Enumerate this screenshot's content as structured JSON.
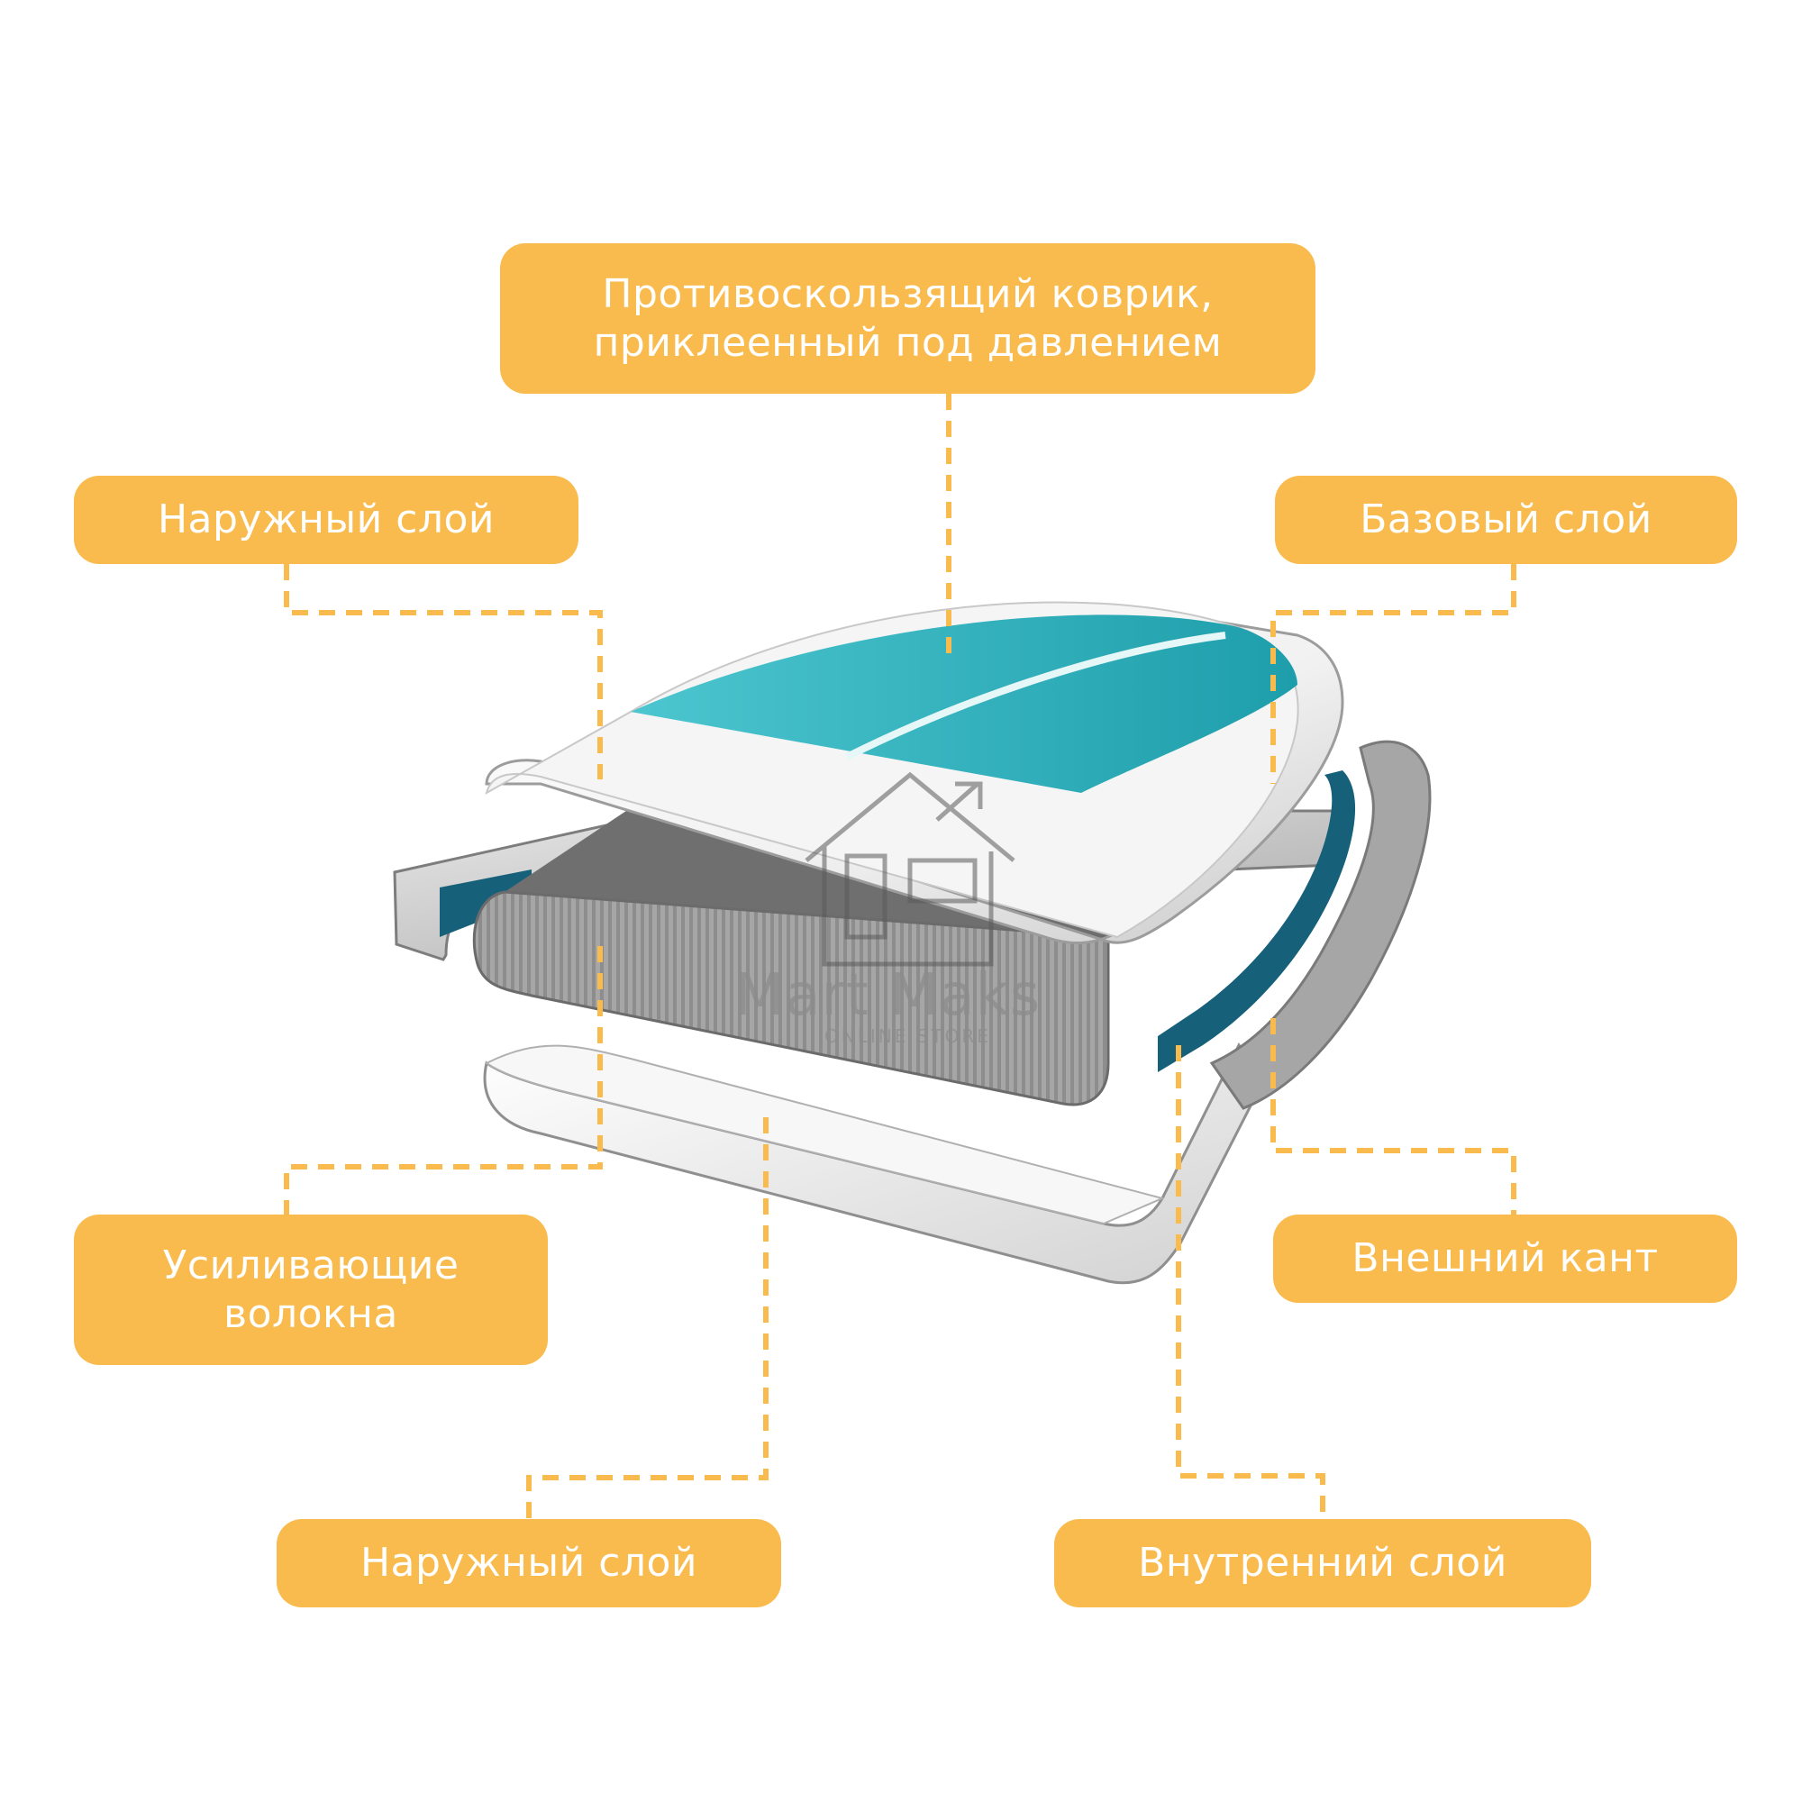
{
  "labels": {
    "anti_slip_mat": {
      "line1": "Противоскользящий коврик,",
      "line2": "приклеенный под давлением"
    },
    "outer_layer_top": "Наружный слой",
    "base_layer": "Базовый слой",
    "reinforcing_fibers": {
      "line1": "Усиливающие",
      "line2": "волокна"
    },
    "outer_edge": "Внешний кант",
    "outer_layer_bottom": "Наружный слой",
    "inner_layer": "Внутренний слой"
  },
  "watermark": {
    "brand": "Mart Maks",
    "tagline": "ONLINE STORE"
  },
  "colors": {
    "callout": "#F9BB4D",
    "callout_text": "#FFFFFF",
    "leader_line": "#F9BB4D",
    "deck_pad": "#2FB5C2",
    "edge_band": "#17607A",
    "shell": "#F2F2F2",
    "core": "#9E9E9E"
  }
}
